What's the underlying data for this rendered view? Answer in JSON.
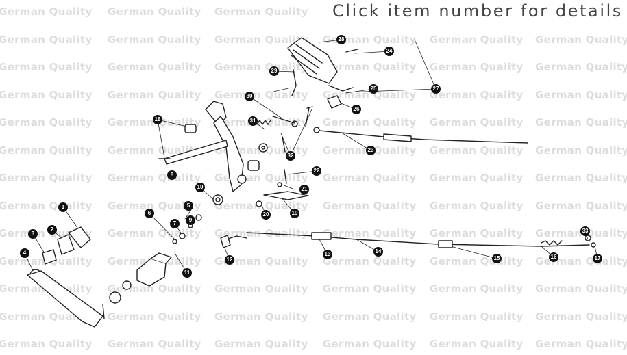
{
  "header": {
    "text": "Click item number for details"
  },
  "watermark": {
    "text": "German Quality"
  },
  "colors": {
    "badge_fill": "#111111",
    "badge_text": "#ffffff",
    "line_art": "#222222",
    "watermark": "#dcdcdc"
  },
  "callouts": [
    {
      "id": "1",
      "label": "1"
    },
    {
      "id": "2",
      "label": "2"
    },
    {
      "id": "3",
      "label": "3"
    },
    {
      "id": "4",
      "label": "4"
    },
    {
      "id": "5",
      "label": "5"
    },
    {
      "id": "6",
      "label": "6"
    },
    {
      "id": "7",
      "label": "7"
    },
    {
      "id": "8",
      "label": "8"
    },
    {
      "id": "9",
      "label": "9"
    },
    {
      "id": "10",
      "label": "10"
    },
    {
      "id": "11",
      "label": "11"
    },
    {
      "id": "12",
      "label": "12"
    },
    {
      "id": "13",
      "label": "13"
    },
    {
      "id": "14",
      "label": "14"
    },
    {
      "id": "15",
      "label": "15"
    },
    {
      "id": "16",
      "label": "16"
    },
    {
      "id": "17",
      "label": "17"
    },
    {
      "id": "18",
      "label": "18"
    },
    {
      "id": "19",
      "label": "19"
    },
    {
      "id": "20",
      "label": "20"
    },
    {
      "id": "21",
      "label": "21"
    },
    {
      "id": "22",
      "label": "22"
    },
    {
      "id": "23",
      "label": "23"
    },
    {
      "id": "24",
      "label": "24"
    },
    {
      "id": "25",
      "label": "25"
    },
    {
      "id": "26",
      "label": "26"
    },
    {
      "id": "27",
      "label": "27"
    },
    {
      "id": "28",
      "label": "28"
    },
    {
      "id": "29",
      "label": "29"
    },
    {
      "id": "30",
      "label": "30"
    },
    {
      "id": "31",
      "label": "31"
    },
    {
      "id": "32",
      "label": "32"
    },
    {
      "id": "33",
      "label": "33"
    }
  ]
}
